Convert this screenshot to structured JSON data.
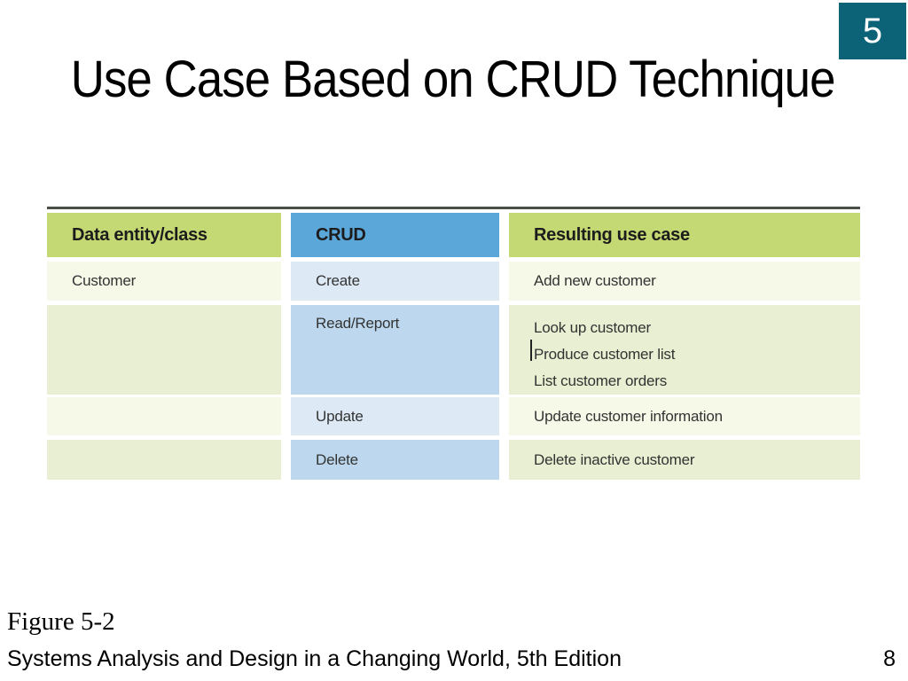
{
  "slide": {
    "title": "Use Case Based on CRUD Technique",
    "slide_number_badge": "5",
    "figure_caption": "Figure 5-2",
    "footer_text": "Systems Analysis and Design in a Changing World, 5th Edition",
    "page_number": "8"
  },
  "table": {
    "columns": {
      "entity": "Data entity/class",
      "crud": "CRUD",
      "use_case": "Resulting use case"
    },
    "rows": [
      {
        "entity": "Customer",
        "crud": "Create",
        "use_cases": [
          "Add new customer"
        ]
      },
      {
        "entity": "",
        "crud": "Read/Report",
        "use_cases": [
          "Look up customer",
          "Produce customer list",
          "List customer orders"
        ]
      },
      {
        "entity": "",
        "crud": "Update",
        "use_cases": [
          "Update customer information"
        ]
      },
      {
        "entity": "",
        "crud": "Delete",
        "use_cases": [
          "Delete inactive customer"
        ]
      }
    ]
  },
  "colors": {
    "badge_teal": "#0c6378",
    "header_green": "#c4d873",
    "header_blue": "#5ba7da",
    "row_green_light": "#f6f8e8",
    "row_green_dark": "#e8efd2",
    "row_blue_light": "#ddeaf6",
    "row_blue_dark": "#bdd8ee",
    "table_top_border": "#4a4f45"
  }
}
